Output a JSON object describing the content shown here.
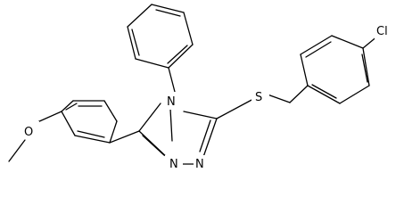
{
  "molecule": {
    "labels": {
      "chlorine": "Cl",
      "sulfur": "S",
      "n4": "N",
      "n1": "N",
      "n2": "N",
      "oxygen": "O"
    }
  }
}
